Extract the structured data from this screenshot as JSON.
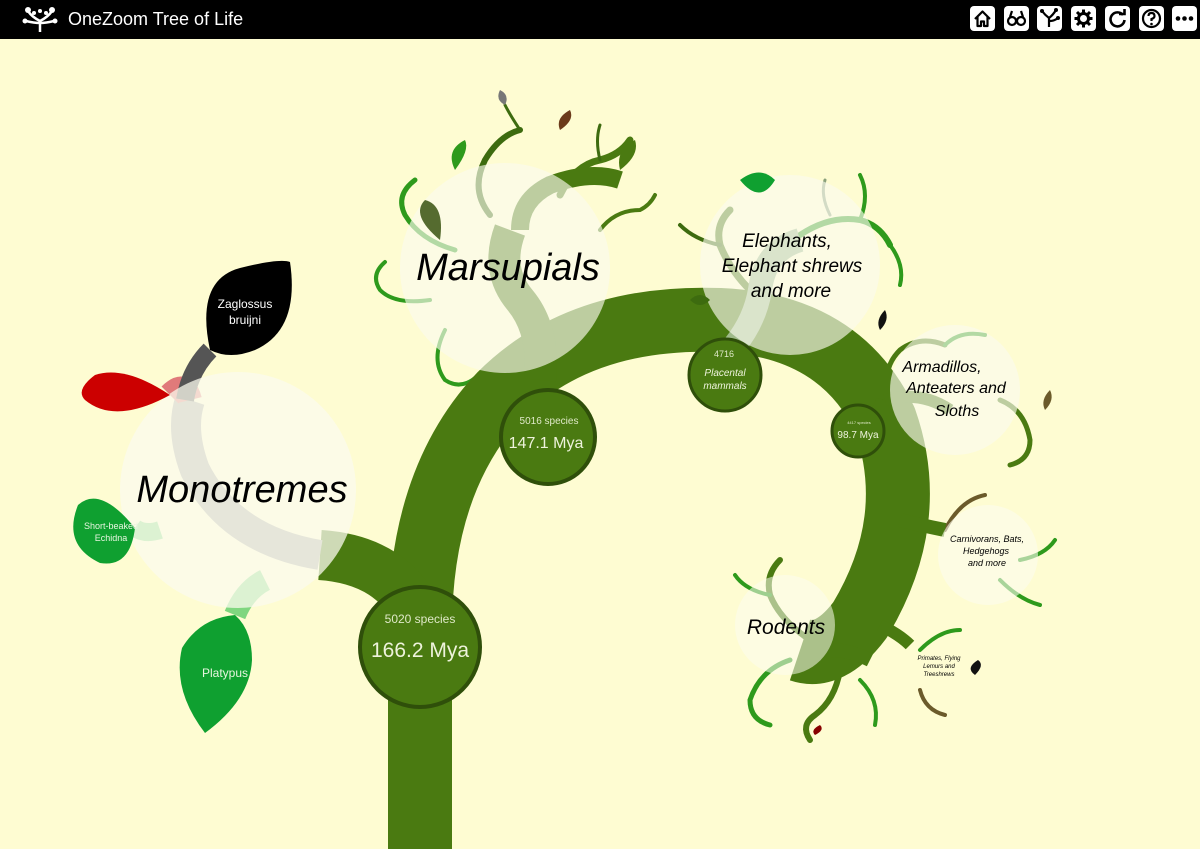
{
  "app": {
    "title": "OneZoom Tree of Life"
  },
  "toolbar": {
    "buttons": [
      {
        "name": "home-button",
        "icon": "home-icon"
      },
      {
        "name": "search-button",
        "icon": "binoculars-icon"
      },
      {
        "name": "tree-view-button",
        "icon": "tree-icon"
      },
      {
        "name": "settings-button",
        "icon": "gear-icon"
      },
      {
        "name": "reset-button",
        "icon": "refresh-icon"
      },
      {
        "name": "help-button",
        "icon": "help-icon"
      },
      {
        "name": "more-button",
        "icon": "more-icon"
      }
    ]
  },
  "colors": {
    "background": "#fefcd2",
    "branch": "#4a7a11",
    "bar": "#000000"
  },
  "tree": {
    "root_node": {
      "species": "5020 species",
      "age": "166.2 Mya"
    },
    "theria_node": {
      "species": "5016 species",
      "age": "147.1 Mya"
    },
    "placental_node": {
      "species": "4716",
      "name_line1": "Placental",
      "name_line2": "mammals"
    },
    "boreo_node": {
      "species": "4417 species",
      "age": "98.7 Mya"
    },
    "clades": {
      "monotremes": "Monotremes",
      "marsupials": "Marsupials",
      "afro_line1": "Elephants,",
      "afro_line2": "Elephant shrews",
      "afro_line3": "and more",
      "xen_line1": "Armadillos,",
      "xen_line2": "Anteaters and",
      "xen_line3": "Sloths",
      "laur_line1": "Carnivorans, Bats,",
      "laur_line2": "Hedgehogs",
      "laur_line3": "and more",
      "rodents": "Rodents",
      "prim_line1": "Primates, Flying",
      "prim_line2": "Lemurs and",
      "prim_line3": "Treeshrews"
    },
    "leaves": {
      "zaglossus_line1": "Zaglossus",
      "zaglossus_line2": "bruijni",
      "echidna_line1": "Short-beaked",
      "echidna_line2": "Echidna",
      "platypus": "Platypus"
    }
  }
}
